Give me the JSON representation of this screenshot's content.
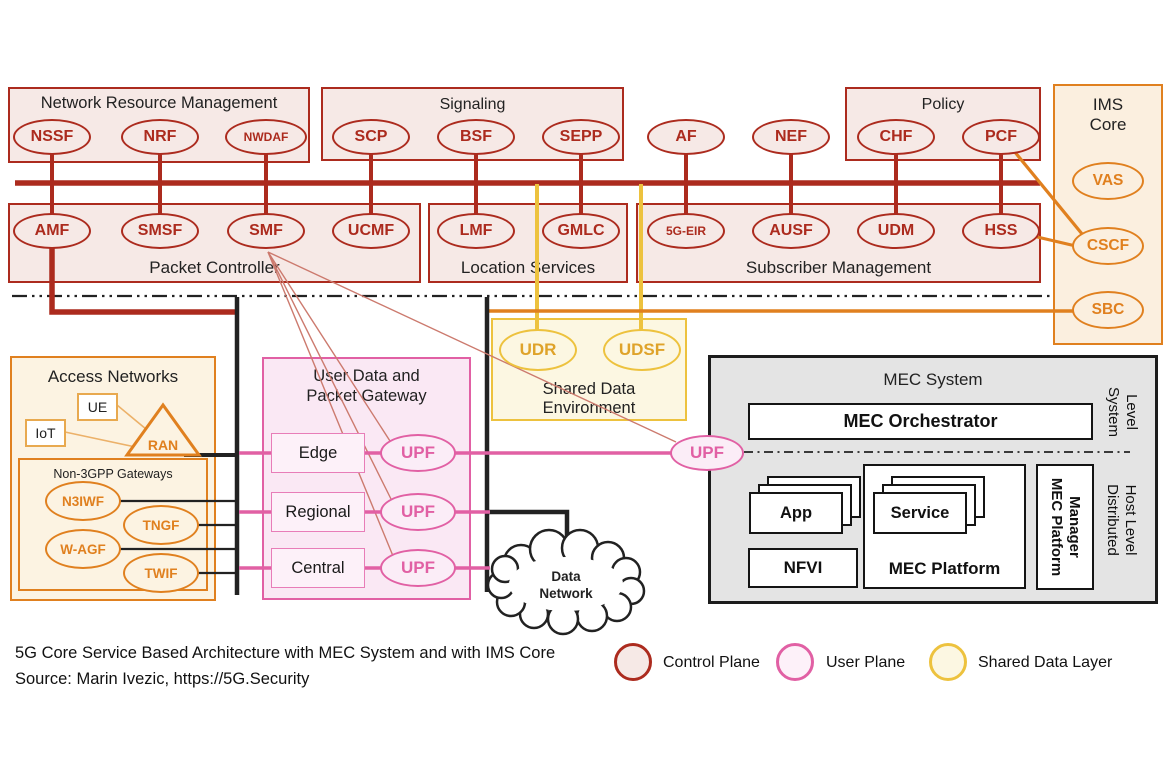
{
  "colors": {
    "control_plane": "#AC2B1E",
    "user_plane": "#E160A4",
    "shared_data_layer": "#EDC23E",
    "ims_orange": "#E0801F",
    "mec_gray": "#E4E4E4"
  },
  "titles": {
    "nrm": "Network Resource Management",
    "signaling": "Signaling",
    "policy": "Policy",
    "ims1": "IMS",
    "ims2": "Core",
    "packet": "Packet Controller",
    "location": "Location Services",
    "subscriber": "Subscriber Management",
    "access": "Access Networks",
    "non3gpp": "Non-3GPP Gateways",
    "udpg1": "User Data and",
    "udpg2": "Packet Gateway",
    "sde1": "Shared Data",
    "sde2": "Environment",
    "mec": "MEC System",
    "orchestrator": "MEC Orchestrator",
    "app": "App",
    "service": "Service",
    "nfvi": "NFVI",
    "mec_platform": "MEC Platform",
    "mec_pm1": "MEC Platform",
    "mec_pm2": "Manager",
    "system_level1": "System",
    "system_level2": "Level",
    "dist1": "Distributed",
    "dist2": "Host Level",
    "cloud1": "Data",
    "cloud2": "Network"
  },
  "nodes": {
    "nssf": "NSSF",
    "nrf": "NRF",
    "nwdaf": "NWDAF",
    "scp": "SCP",
    "bsf": "BSF",
    "sepp": "SEPP",
    "af": "AF",
    "nef": "NEF",
    "chf": "CHF",
    "pcf": "PCF",
    "amf": "AMF",
    "smsf": "SMSF",
    "smf": "SMF",
    "ucmf": "UCMF",
    "lmf": "LMF",
    "gmlc": "GMLC",
    "eir": "5G-EIR",
    "ausf": "AUSF",
    "udm": "UDM",
    "hss": "HSS",
    "vas": "VAS",
    "cscf": "CSCF",
    "sbc": "SBC",
    "ue": "UE",
    "iot": "IoT",
    "ran": "RAN",
    "n3iwf": "N3IWF",
    "tngf": "TNGF",
    "wagf": "W-AGF",
    "twif": "TWIF",
    "edge": "Edge",
    "regional": "Regional",
    "central": "Central",
    "upf_edge": "UPF",
    "upf_regional": "UPF",
    "upf_central": "UPF",
    "upf_mec": "UPF",
    "udr": "UDR",
    "udsf": "UDSF"
  },
  "legend": [
    {
      "label": "Control Plane"
    },
    {
      "label": "User Plane"
    },
    {
      "label": "Shared Data Layer"
    }
  ],
  "caption": {
    "line1": "5G Core Service Based Architecture with MEC System and with IMS Core",
    "line2": "Source: Marin Ivezic, https://5G.Security"
  }
}
